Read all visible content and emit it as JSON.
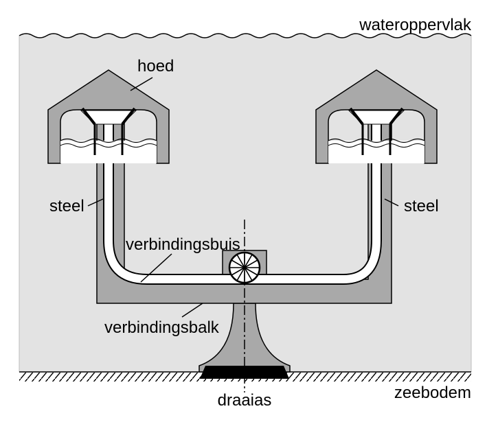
{
  "labels": {
    "water_surface": "wateroppervlak",
    "hat": "hoed",
    "stem_left": "steel",
    "stem_right": "steel",
    "connecting_tube": "verbindingsbuis",
    "connecting_beam": "verbindingsbalk",
    "pivot_axis": "draaias",
    "seabed": "zeebodem"
  },
  "colors": {
    "water": "#e3e3e3",
    "structure": "#a9a9a9",
    "outline": "#000000",
    "tube": "#ffffff",
    "base": "#000000"
  }
}
